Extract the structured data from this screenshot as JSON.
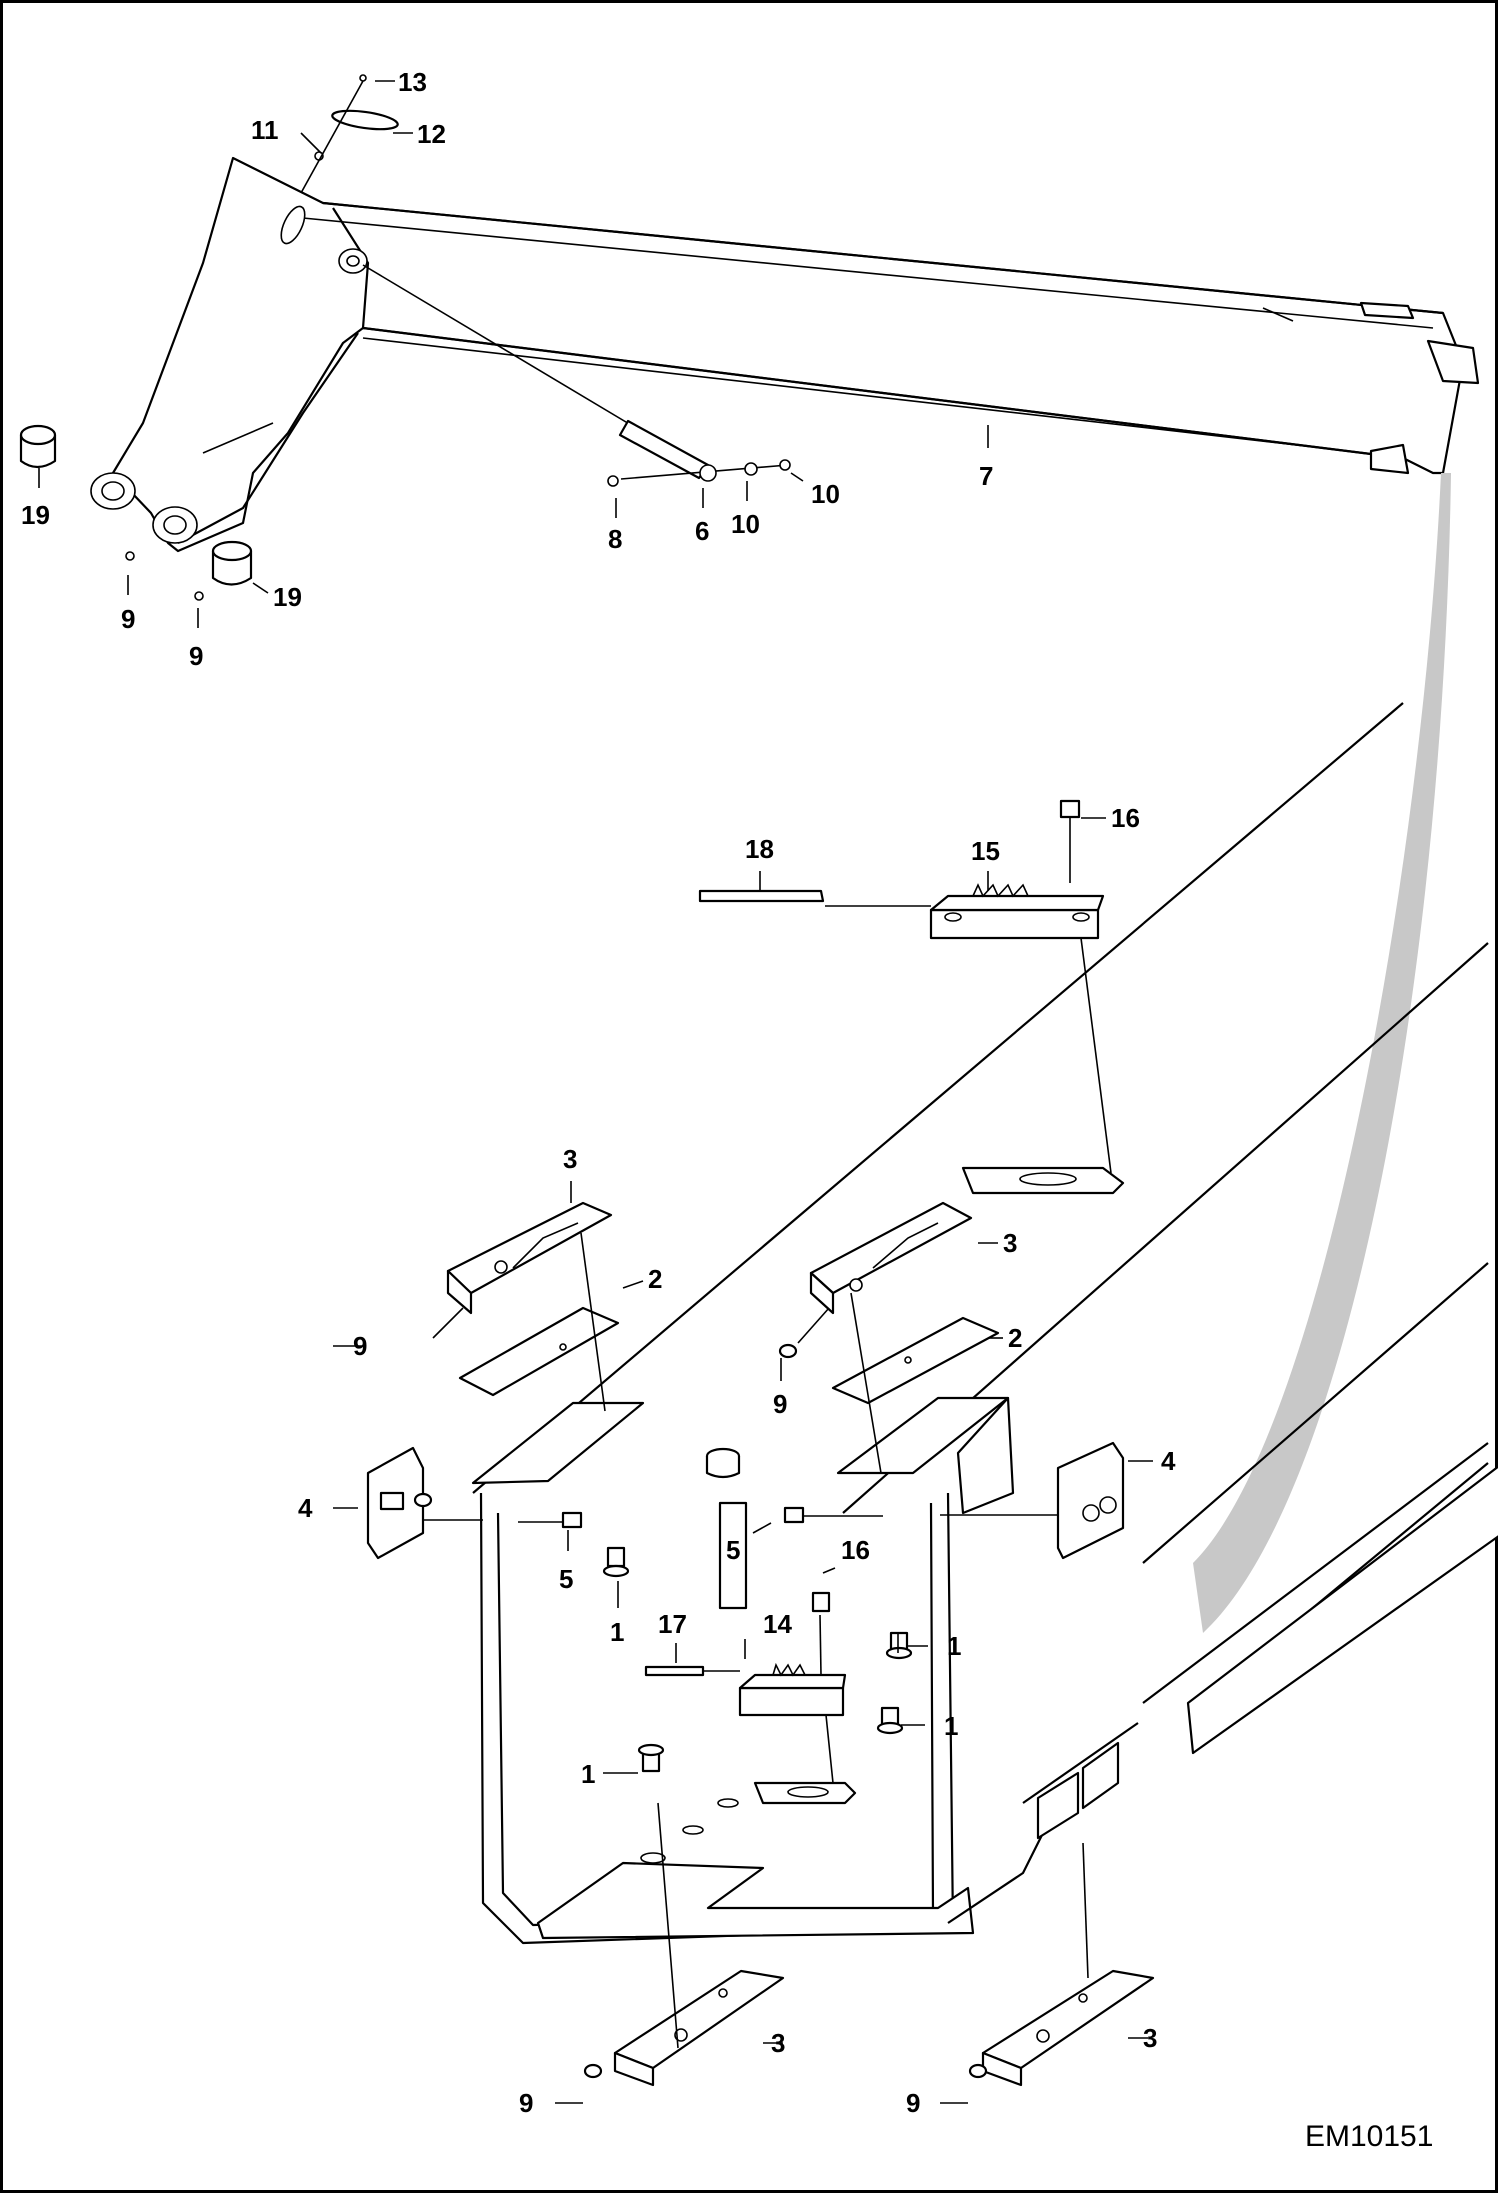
{
  "drawing_ref": "EM10151",
  "colors": {
    "line": "#000000",
    "background": "#ffffff",
    "leader_swoosh": "#c8c8c8"
  },
  "callouts": {
    "c1a": "1",
    "c1b": "1",
    "c1c": "1",
    "c1d": "1",
    "c2a": "2",
    "c2b": "2",
    "c3a": "3",
    "c3b": "3",
    "c3c": "3",
    "c3d": "3",
    "c4a": "4",
    "c4b": "4",
    "c5a": "5",
    "c5b": "5",
    "c6": "6",
    "c7": "7",
    "c8": "8",
    "c9a": "9",
    "c9b": "9",
    "c9c": "9",
    "c9d": "9",
    "c9e": "9",
    "c9f": "9",
    "c10a": "10",
    "c10b": "10",
    "c11": "11",
    "c12": "12",
    "c13": "13",
    "c14": "14",
    "c15": "15",
    "c16a": "16",
    "c16b": "16",
    "c17": "17",
    "c18": "18",
    "c19a": "19",
    "c19b": "19"
  }
}
